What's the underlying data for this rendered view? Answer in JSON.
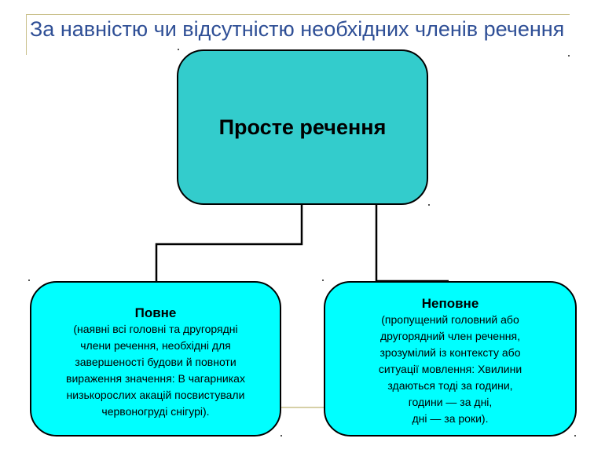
{
  "title": "За навністю чи відсутністю необхідних членів речення",
  "root": {
    "label": "Просте речення"
  },
  "children": [
    {
      "heading": "Повне",
      "body": "(наявні всі головні та другорядні\nчлени речення, необхідні для\nзавершеності будови й повноти\nвираження значення: В чагарниках\nнизькорослих  акацій посвистували\nчервоногруді снігурі)."
    },
    {
      "heading": "Неповне",
      "body": "(пропущений головний  або\nдругорядний член речення,\nзрозумілий із контексту або\nситуації мовлення: Хвилини\nздаються тоді за години,\nгодини — за дні,\nдні — за роки)."
    }
  ],
  "colors": {
    "title_text": "#2f4f96",
    "root_fill": "#33cccc",
    "child_fill": "#00ffff",
    "frame_line": "#c9c08a",
    "connector": "#000000"
  }
}
